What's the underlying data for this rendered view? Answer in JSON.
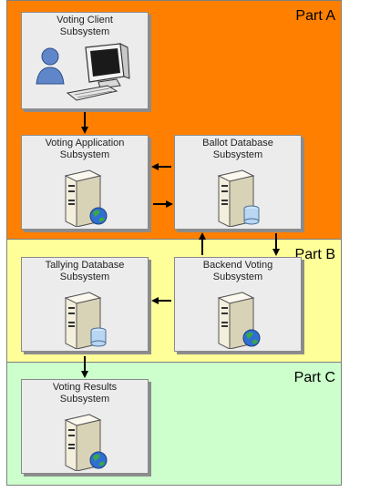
{
  "parts": {
    "a": {
      "label": "Part A",
      "color": "#ff8000"
    },
    "b": {
      "label": "Part B",
      "color": "#ffff99"
    },
    "c": {
      "label": "Part C",
      "color": "#ccffcc"
    }
  },
  "nodes": {
    "voting_client": {
      "title": "Voting Client\nSubsystem",
      "icon": "user-and-computer-icon"
    },
    "voting_application": {
      "title": "Voting Application\nSubsystem",
      "icon": "web-server-icon"
    },
    "ballot_database": {
      "title": "Ballot Database\nSubsystem",
      "icon": "database-server-icon"
    },
    "tallying_database": {
      "title": "Tallying Database\nSubsystem",
      "icon": "database-server-icon"
    },
    "backend_voting": {
      "title": "Backend Voting\nSubsystem",
      "icon": "web-server-icon"
    },
    "voting_results": {
      "title": "Voting Results\nSubsystem",
      "icon": "web-server-icon"
    }
  }
}
